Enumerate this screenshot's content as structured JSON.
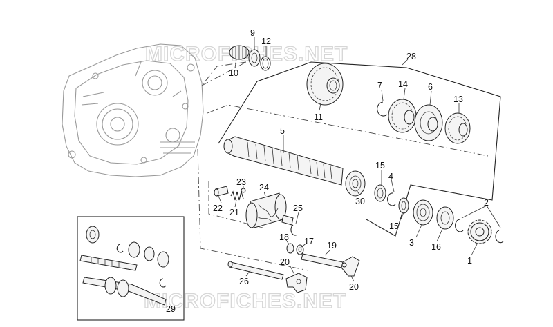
{
  "watermark": {
    "text": "MICROFICHES.NET"
  },
  "callouts": {
    "p1": "1",
    "p2": "2",
    "p3": "3",
    "p4": "4",
    "p5": "5",
    "p6": "6",
    "p7": "7",
    "p9": "9",
    "p10": "10",
    "p11": "11",
    "p12": "12",
    "p13": "13",
    "p14": "14",
    "p15a": "15",
    "p15b": "15",
    "p16": "16",
    "p17": "17",
    "p18": "18",
    "p19": "19",
    "p20a": "20",
    "p20b": "20",
    "p21": "21",
    "p22": "22",
    "p23": "23",
    "p24": "24",
    "p25": "25",
    "p26": "26",
    "p28": "28",
    "p29": "29",
    "p30": "30"
  }
}
